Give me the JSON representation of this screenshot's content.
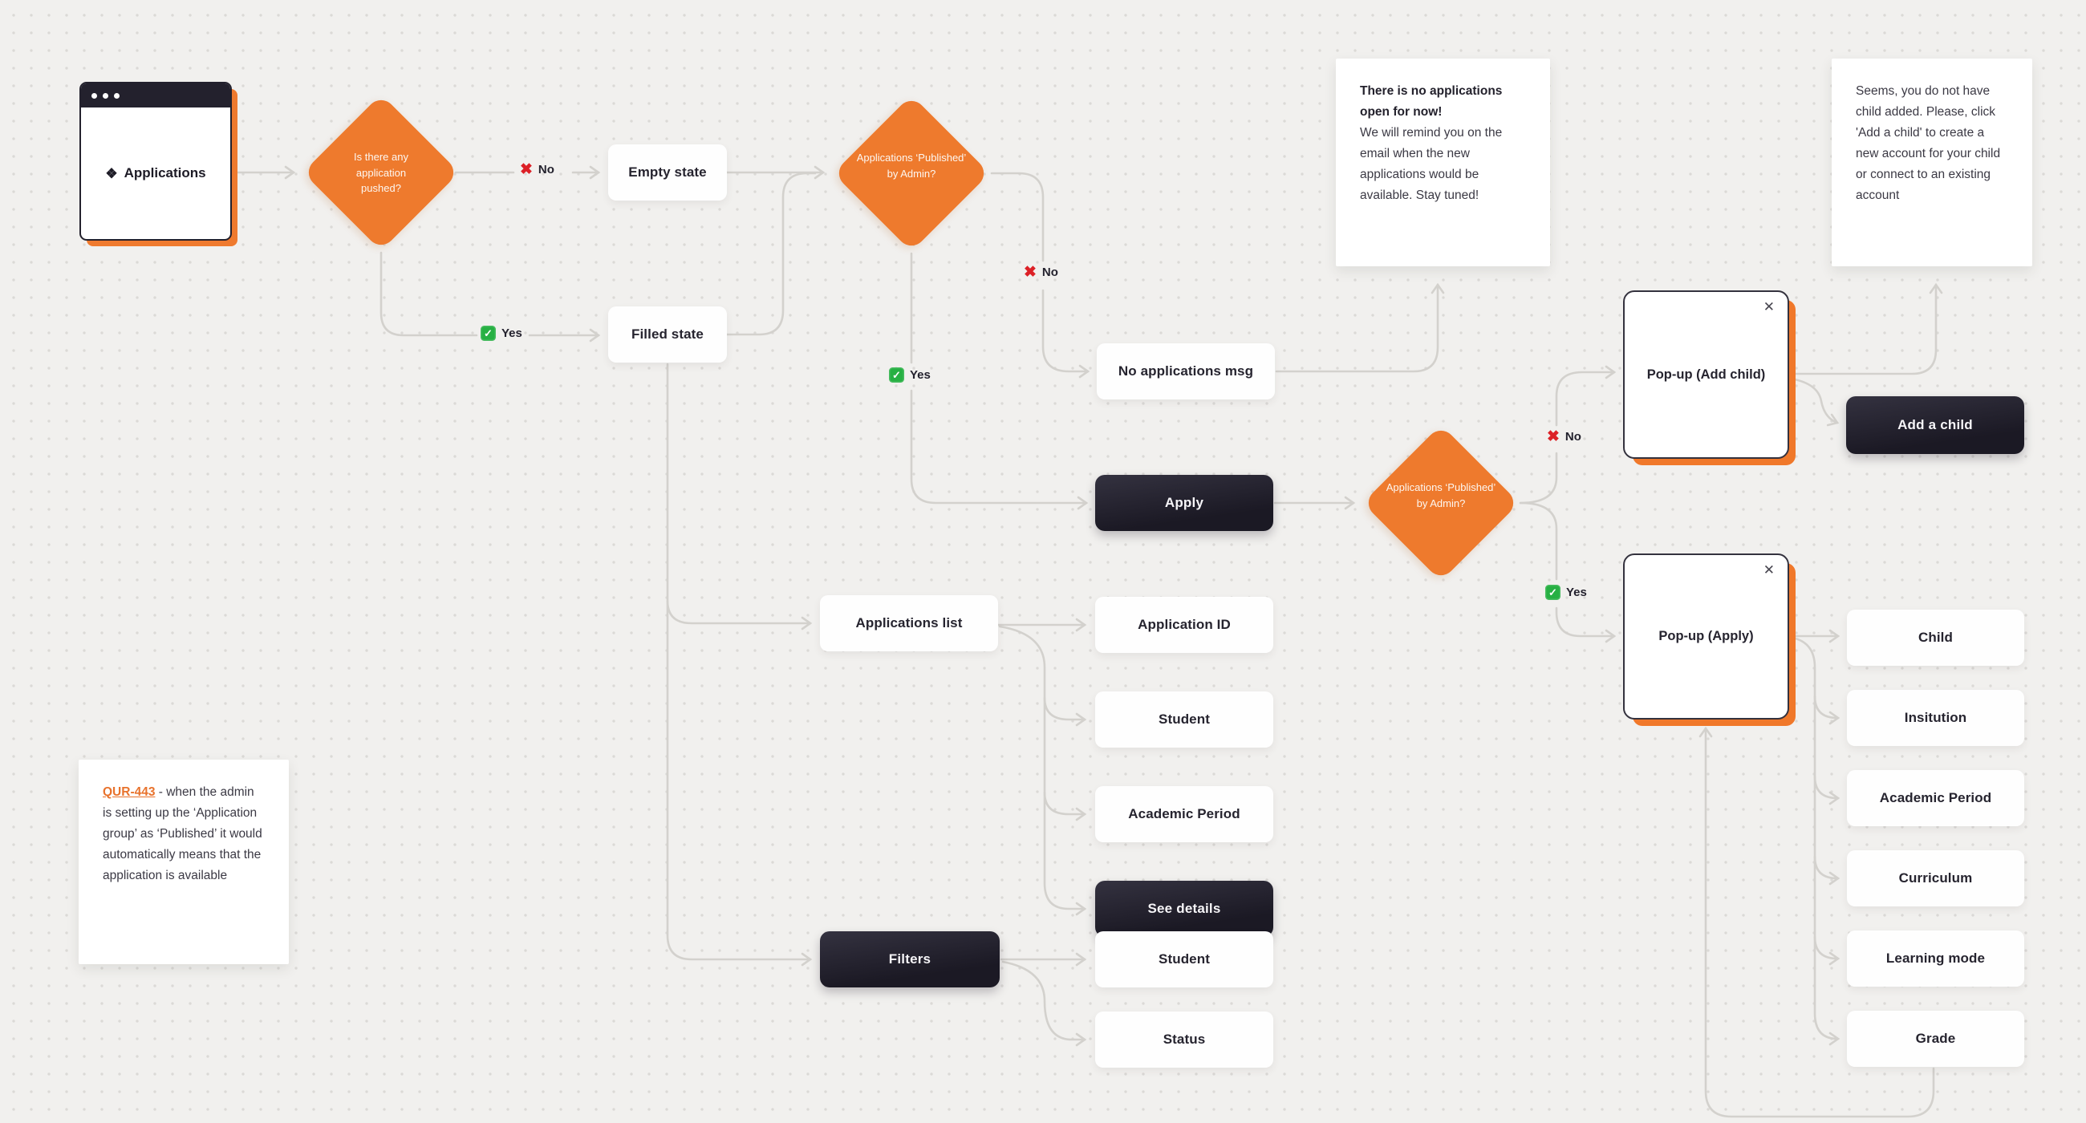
{
  "nodes": {
    "browser_icon": "❖",
    "browser_label": "Applications",
    "diamond1": "Is there any application pushed?",
    "diamond2": "Applications ‘Published’ by Admin?",
    "diamond3": "Applications ‘Published’ by Admin?",
    "empty_state": "Empty state",
    "filled_state": "Filled state",
    "no_applications_msg": "No applications msg",
    "apply": "Apply",
    "applications_list": "Applications list",
    "application_id": "Application ID",
    "student": "Student",
    "academic_period": "Academic Period",
    "see_details": "See details",
    "filters": "Filters",
    "status": "Status",
    "popup_add_child": "Pop-up (Add child)",
    "add_a_child": "Add a child",
    "popup_apply": "Pop-up (Apply)",
    "child": "Child",
    "insitution": "Insitution",
    "curriculum": "Curriculum",
    "learning_mode": "Learning mode",
    "grade": "Grade"
  },
  "labels": {
    "yes": "Yes",
    "no": "No"
  },
  "icons": {
    "cross": "✖",
    "check": "✓",
    "close": "✕"
  },
  "notes": {
    "no_applications": {
      "title": "There is no applications open for now!",
      "body": "We will remind you on the email when the new applications would be available. Stay tuned!"
    },
    "add_child": {
      "body": "Seems, you do not have child added. Please, click 'Add a child' to create a new account for your child or connect to an existing account"
    },
    "qur": {
      "link": "QUR-443",
      "body": " - when the admin is setting up the ‘Application group’ as ‘Published’ it would automatically means that the application is available"
    }
  },
  "colors": {
    "background": "#f1f0ee",
    "diamond_orange": "#ee7a2d",
    "popup_shadow_orange": "#f0782a",
    "dark_button": "#1b1924",
    "connector_gray": "#d3d1cd",
    "cross_red": "#dc2026",
    "check_green": "#27b043",
    "link_orange": "#e8722c"
  }
}
